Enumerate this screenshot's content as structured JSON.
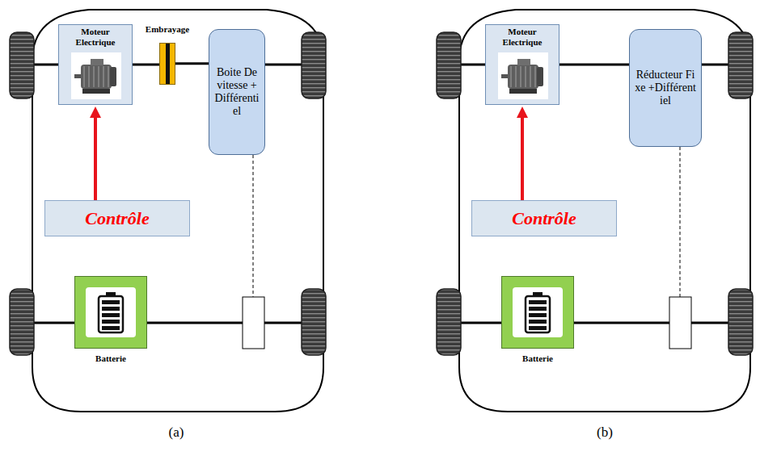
{
  "diagram": {
    "nodes": [
      {
        "text": [
          "Moteur Electrique"
        ]
      },
      {
        "text": [
          "Embrayage"
        ]
      },
      {
        "text": [
          "Boite De vitesse +Différentiel"
        ]
      },
      {
        "text": [
          "Contrôle"
        ]
      },
      {
        "text": [
          "Batterie"
        ]
      },
      {
        "text": [
          "Moteur Electrique"
        ]
      },
      {
        "text": [
          "Réducteur Fixe +Différentiel"
        ]
      },
      {
        "text": [
          "Contrôle"
        ]
      },
      {
        "text": [
          "Batterie"
        ]
      }
    ],
    "edges": [
      {
        "from": 3,
        "to": 0,
        "arrow": "to"
      },
      {
        "from": 0,
        "to": 1,
        "arrow": "none"
      },
      {
        "from": 1,
        "to": 2,
        "arrow": "none"
      },
      {
        "from": 7,
        "to": 5,
        "arrow": "to"
      },
      {
        "from": 5,
        "to": 6,
        "arrow": "none"
      }
    ],
    "labels": [
      "(a)",
      "(b)"
    ]
  }
}
